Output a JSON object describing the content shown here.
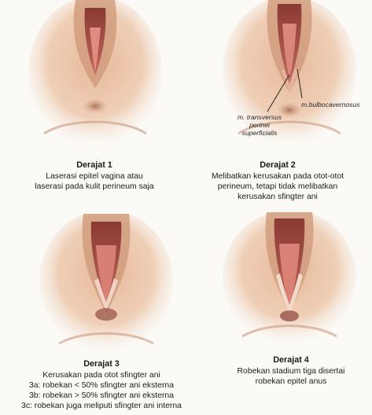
{
  "panels": [
    {
      "title": "Derajat 1",
      "lines": [
        "Laserasi epitel vagina atau",
        "laserasi pada kulit perineum saja"
      ]
    },
    {
      "title": "Derajat 2",
      "lines": [
        "Melibatkan kerusakan pada otot-otot",
        "perineum, tetapi tidak melibatkan",
        "kerusakan sfingter ani"
      ],
      "labels": {
        "right": "m.bulbocavernosus",
        "left_1": "m. transversus",
        "left_2": "perinei",
        "left_3": "superficialis"
      }
    },
    {
      "title": "Derajat 3",
      "lines": [
        "Kerusakan pada otot sfingter ani",
        "3a: robekan < 50% sfingter ani eksterna",
        "3b: robekan > 50% sfingter ani eksterna",
        "3c: robekan juga meliputi sfingter ani interna"
      ]
    },
    {
      "title": "Derajat 4",
      "lines": [
        "Robekan stadium tiga disertai",
        "robekan epitel anus"
      ]
    }
  ],
  "colors": {
    "skin": "#e9c3a6",
    "skin_shadow": "#c89574",
    "tissue": "#b5564a",
    "tissue_dark": "#7a2b27",
    "background": "#fbfaf7"
  }
}
